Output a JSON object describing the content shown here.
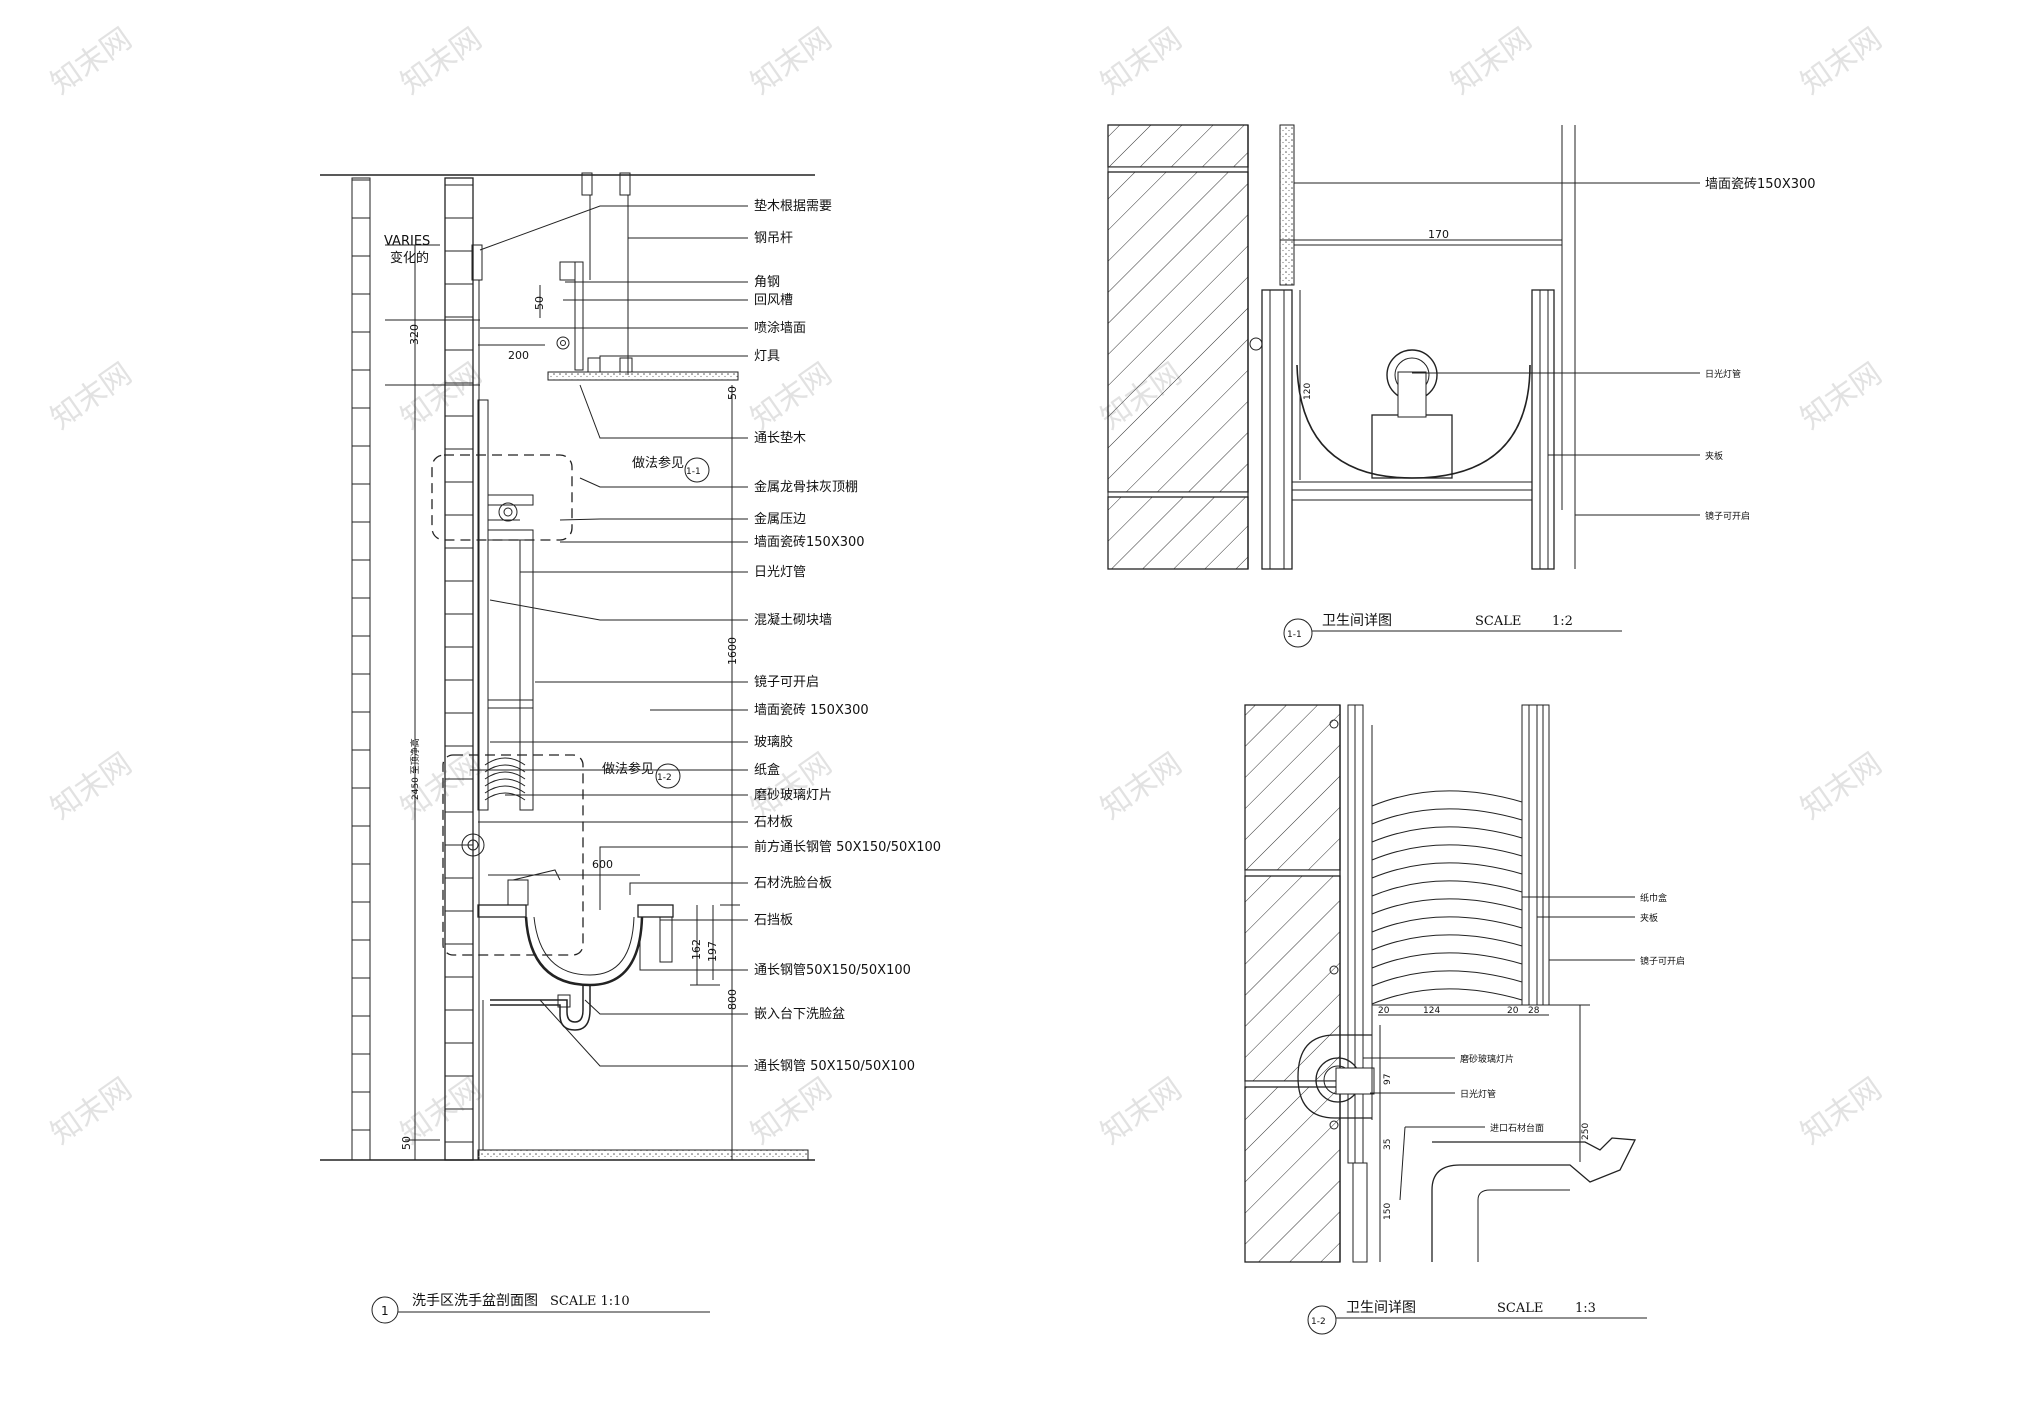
{
  "watermark": "知末网",
  "detail_main": {
    "marker": "1",
    "title": "洗手区洗手盆剖面图",
    "scale": "SCALE 1:10",
    "top_labels": [
      "VARIES",
      "变化的"
    ],
    "callouts": [
      "垫木根据需要",
      "钢吊杆",
      "角钢",
      "回风槽",
      "喷涂墙面",
      "灯具",
      "通长垫木",
      "金属龙骨抹灰顶棚",
      "金属压边",
      "墙面瓷砖150X300",
      "日光灯管",
      "混凝土砌块墙",
      "镜子可开启",
      "墙面瓷砖 150X300",
      "玻璃胶",
      "纸盒",
      "磨砂玻璃灯片",
      "石材板",
      "前方通长钢管 50X150/50X100",
      "石材洗脸台板",
      "石挡板",
      "通长钢管50X150/50X100",
      "嵌入台下洗脸盆",
      "通长钢管 50X150/50X100"
    ],
    "refs": [
      "做法参见",
      "做法参见"
    ],
    "ref_markers": [
      "1-1",
      "1-2"
    ],
    "dims": [
      "320",
      "200",
      "50",
      "50",
      "1600",
      "600",
      "197",
      "162",
      "800",
      "2450 至顶净高",
      "50"
    ]
  },
  "detail_1_1": {
    "marker": "1-1",
    "title": "卫生间详图",
    "scale": "SCALE",
    "ratio": "1:2",
    "callouts": [
      "墙面瓷砖150X300",
      "日光灯管",
      "夹板",
      "镜子可开启"
    ],
    "dims": [
      "170",
      "120"
    ]
  },
  "detail_1_2": {
    "marker": "1-2",
    "title": "卫生间详图",
    "scale": "SCALE",
    "ratio": "1:3",
    "callouts": [
      "纸巾盒",
      "夹板",
      "镜子可开启",
      "磨砂玻璃灯片",
      "日光灯管",
      "进口石材台面"
    ],
    "dims": [
      "20",
      "124",
      "20",
      "28",
      "97",
      "35",
      "150",
      "250"
    ]
  }
}
